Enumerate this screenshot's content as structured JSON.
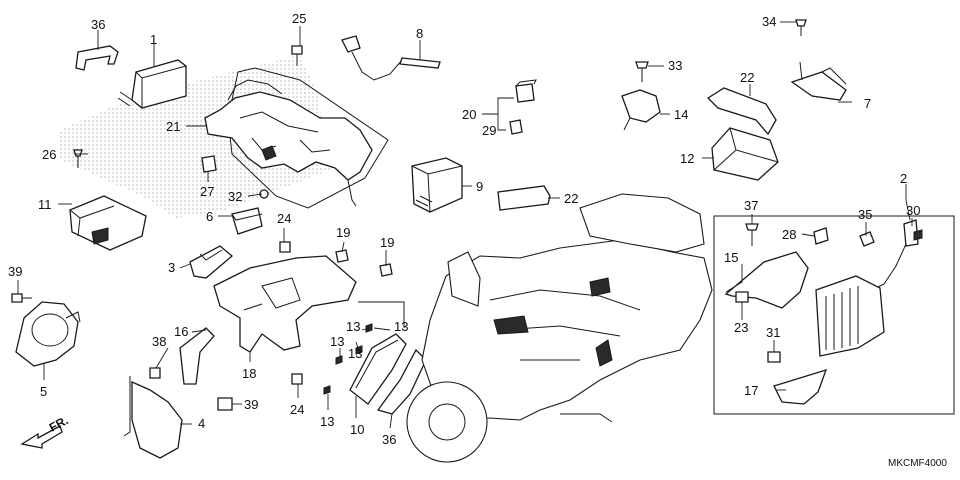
{
  "diagram": {
    "code": "MKCMF4000",
    "front_label": "FR.",
    "callouts": [
      {
        "id": "c36a",
        "label": "36"
      },
      {
        "id": "c1",
        "label": "1"
      },
      {
        "id": "c25",
        "label": "25"
      },
      {
        "id": "c8",
        "label": "8"
      },
      {
        "id": "c33",
        "label": "33"
      },
      {
        "id": "c34",
        "label": "34"
      },
      {
        "id": "c7",
        "label": "7"
      },
      {
        "id": "c22a",
        "label": "22"
      },
      {
        "id": "c20",
        "label": "20"
      },
      {
        "id": "c29",
        "label": "29"
      },
      {
        "id": "c14",
        "label": "14"
      },
      {
        "id": "c21",
        "label": "21"
      },
      {
        "id": "c26",
        "label": "26"
      },
      {
        "id": "c12",
        "label": "12"
      },
      {
        "id": "c27",
        "label": "27"
      },
      {
        "id": "c9",
        "label": "9"
      },
      {
        "id": "c22b",
        "label": "22"
      },
      {
        "id": "c2",
        "label": "2"
      },
      {
        "id": "c11",
        "label": "11"
      },
      {
        "id": "c32",
        "label": "32"
      },
      {
        "id": "c6",
        "label": "6"
      },
      {
        "id": "c24a",
        "label": "24"
      },
      {
        "id": "c19a",
        "label": "19"
      },
      {
        "id": "c19b",
        "label": "19"
      },
      {
        "id": "c37",
        "label": "37"
      },
      {
        "id": "c28",
        "label": "28"
      },
      {
        "id": "c35",
        "label": "35"
      },
      {
        "id": "c30",
        "label": "30"
      },
      {
        "id": "c3",
        "label": "3"
      },
      {
        "id": "c39a",
        "label": "39"
      },
      {
        "id": "c15",
        "label": "15"
      },
      {
        "id": "c23",
        "label": "23"
      },
      {
        "id": "c16",
        "label": "16"
      },
      {
        "id": "c13a",
        "label": "13"
      },
      {
        "id": "c13b",
        "label": "13"
      },
      {
        "id": "c13c",
        "label": "13"
      },
      {
        "id": "c13d",
        "label": "13"
      },
      {
        "id": "c31",
        "label": "31"
      },
      {
        "id": "c38",
        "label": "38"
      },
      {
        "id": "c18",
        "label": "18"
      },
      {
        "id": "c5",
        "label": "5"
      },
      {
        "id": "c17",
        "label": "17"
      },
      {
        "id": "c39b",
        "label": "39"
      },
      {
        "id": "c24b",
        "label": "24"
      },
      {
        "id": "c10",
        "label": "10"
      },
      {
        "id": "c36b",
        "label": "36"
      },
      {
        "id": "c4",
        "label": "4"
      }
    ]
  }
}
